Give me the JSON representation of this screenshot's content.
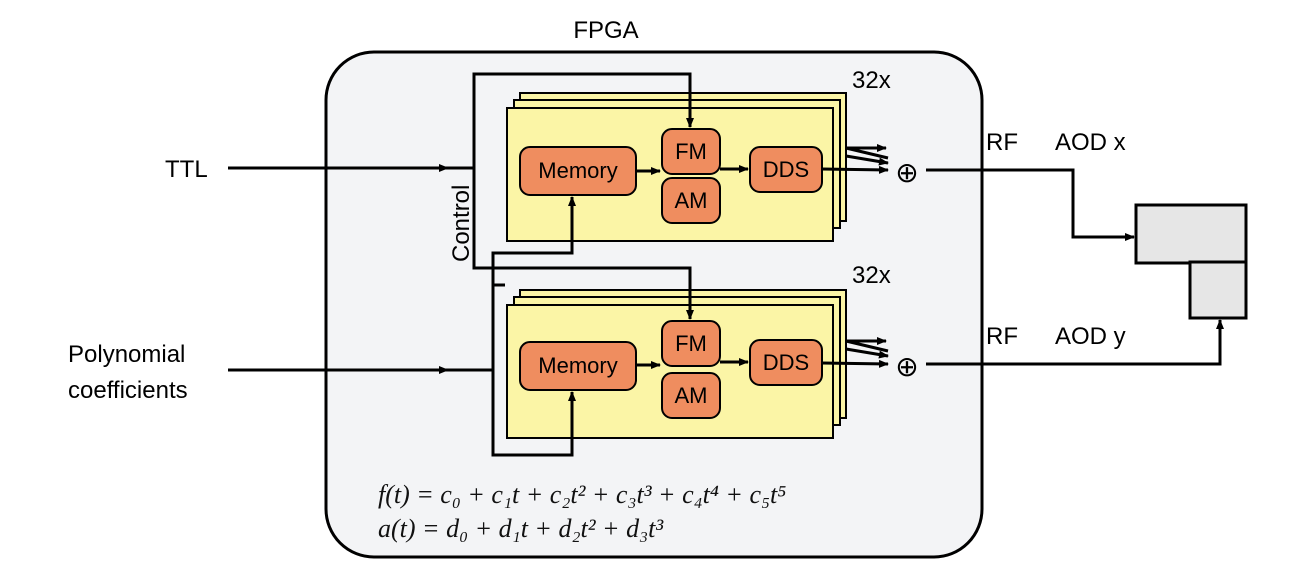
{
  "fpga": {
    "title": "FPGA",
    "control_label": "Control"
  },
  "channels": [
    {
      "multiplier": "32x",
      "memory": "Memory",
      "fm": "FM",
      "am": "AM",
      "dds": "DDS",
      "sum_symbol": "⊕",
      "rf": "RF",
      "aod": "AOD x"
    },
    {
      "multiplier": "32x",
      "memory": "Memory",
      "fm": "FM",
      "am": "AM",
      "dds": "DDS",
      "sum_symbol": "⊕",
      "rf": "RF",
      "aod": "AOD y"
    }
  ],
  "inputs": {
    "ttl": "TTL",
    "poly_line1": "Polynomial",
    "poly_line2": "coefficients"
  },
  "equations": {
    "f": "f(t) = c₀ + c₁t + c₂t² + c₃t³ + c₄t⁴ + c₅t⁵",
    "a": "a(t) = d₀ + d₁t + d₂t² + d₃t³"
  },
  "colors": {
    "fpga_fill": "#f3f4f6",
    "stack_fill": "#fbf5a6",
    "block_fill": "#ef8d5f",
    "aod_fill": "#e6e6e6"
  }
}
